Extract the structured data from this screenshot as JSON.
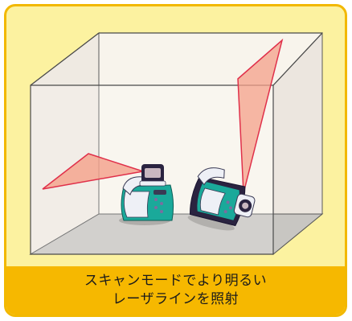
{
  "caption": {
    "line1": "スキャンモードでより明るい",
    "line2": "レーザラインを照射"
  },
  "colors": {
    "frame": "#f2b800",
    "card_bg": "#fcf2a0",
    "caption_bg": "#f6b800",
    "laser_fill": "#f4a08a",
    "laser_edge": "#e0304a",
    "device_teal": "#1aa99a",
    "device_body": "#eef0f6",
    "device_dark": "#2a2340"
  },
  "illustration": {
    "room": "room-box",
    "devices": [
      "laser-level-left",
      "laser-level-right"
    ],
    "beams": [
      "horizontal-laser-plane",
      "vertical-laser-plane"
    ]
  }
}
